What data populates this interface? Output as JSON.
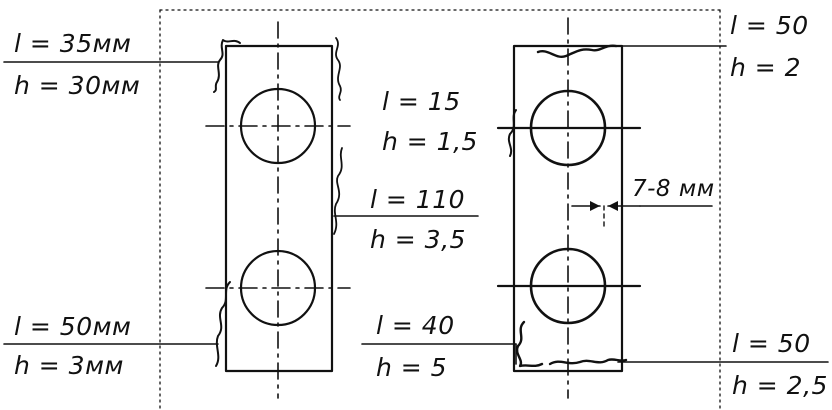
{
  "labels": {
    "top_left": {
      "l": "l = 35мм",
      "h": "h = 30мм"
    },
    "bottom_left": {
      "l": "l = 50мм",
      "h": "h = 3мм"
    },
    "middle_top": {
      "l": "l = 15",
      "h": "h = 1,5"
    },
    "middle_right_edge": {
      "l": "l = 110",
      "h": "h = 3,5"
    },
    "middle_bottom": {
      "l": "l = 40",
      "h": "h = 5"
    },
    "top_right": {
      "l": "l = 50",
      "h": "h = 2"
    },
    "bottom_right": {
      "l": "l = 50",
      "h": "h = 2,5"
    },
    "gap": "7-8 мм"
  },
  "colors": {
    "ink": "#111111",
    "background": "#ffffff"
  }
}
